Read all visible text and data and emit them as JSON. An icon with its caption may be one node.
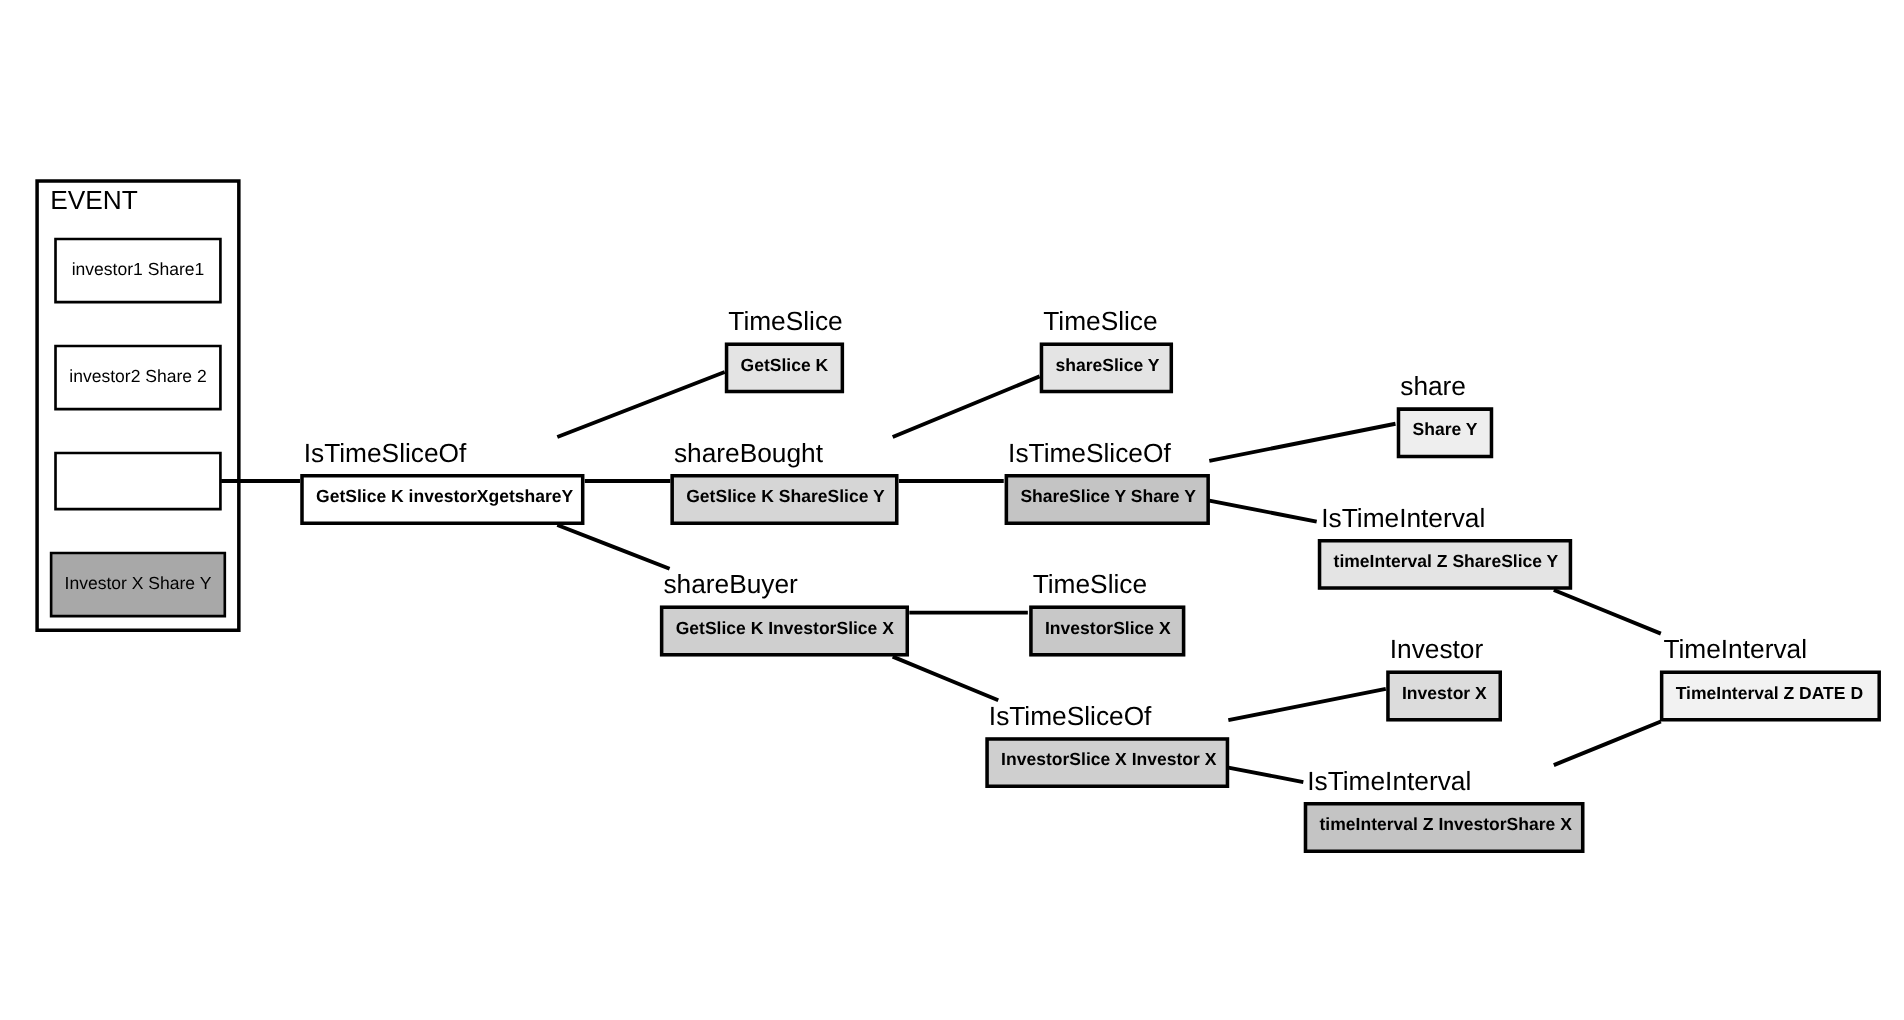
{
  "diagram": {
    "nodes": [
      {
        "text": [
          "EVENT"
        ]
      },
      {
        "text": [
          "investor1 Share1"
        ],
        "in": 0
      },
      {
        "text": [
          "investor2 Share 2"
        ],
        "in": 0
      },
      {
        "text": [],
        "shape": "box",
        "in": 0
      },
      {
        "text": [
          "Investor X Share Y"
        ],
        "in": 0
      },
      {
        "text": [
          "IsTimeSliceOf",
          "GetSlice K investorXgetshareY"
        ]
      },
      {
        "text": [
          "TimeSlice",
          "GetSlice K"
        ]
      },
      {
        "text": [
          "shareBought",
          "GetSlice K ShareSlice Y"
        ]
      },
      {
        "text": [
          "TimeSlice",
          "shareSlice Y"
        ]
      },
      {
        "text": [
          "IsTimeSliceOf",
          "ShareSlice Y Share Y"
        ]
      },
      {
        "text": [
          "share",
          "Share Y"
        ]
      },
      {
        "text": [
          "IsTimeInterval",
          "timeInterval Z ShareSlice Y"
        ]
      },
      {
        "text": [
          "TimeInterval",
          "TimeInterval Z DATE D"
        ]
      },
      {
        "text": [
          "shareBuyer",
          "GetSlice K InvestorSlice X"
        ]
      },
      {
        "text": [
          "TimeSlice",
          "InvestorSlice X"
        ]
      },
      {
        "text": [
          "IsTimeSliceOf",
          "InvestorSlice X Investor X"
        ]
      },
      {
        "text": [
          "Investor",
          "Investor X"
        ]
      },
      {
        "text": [
          "IsTimeInterval",
          "timeInterval Z InvestorShare X"
        ]
      }
    ],
    "edges": [
      {
        "from": 3,
        "to": 5,
        "arrow": "none"
      },
      {
        "from": 5,
        "to": 6,
        "arrow": "none"
      },
      {
        "from": 5,
        "to": 7,
        "arrow": "none"
      },
      {
        "from": 5,
        "to": 13,
        "arrow": "none"
      },
      {
        "from": 7,
        "to": 8,
        "arrow": "none"
      },
      {
        "from": 7,
        "to": 9,
        "arrow": "none"
      },
      {
        "from": 9,
        "to": 10,
        "arrow": "none"
      },
      {
        "from": 9,
        "to": 11,
        "arrow": "none"
      },
      {
        "from": 11,
        "to": 12,
        "arrow": "none"
      },
      {
        "from": 17,
        "to": 12,
        "arrow": "none"
      },
      {
        "from": 13,
        "to": 14,
        "arrow": "none"
      },
      {
        "from": 13,
        "to": 15,
        "arrow": "none"
      },
      {
        "from": 15,
        "to": 17,
        "arrow": "none"
      },
      {
        "from": 15,
        "to": 16,
        "arrow": "none"
      }
    ]
  }
}
